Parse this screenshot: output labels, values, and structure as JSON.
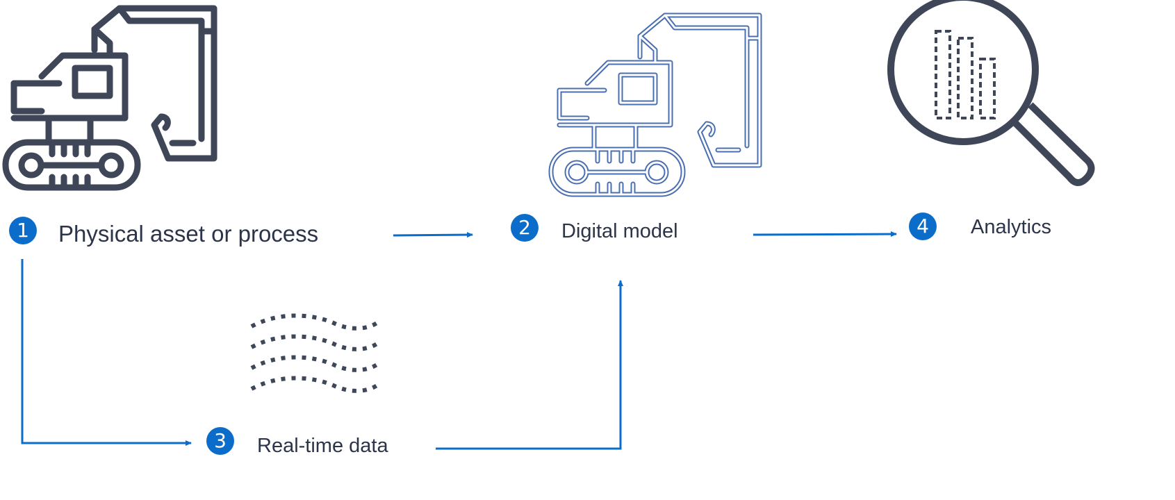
{
  "colors": {
    "icon_dark": "#3e4658",
    "icon_digital": "#4a6fb0",
    "accent_blue": "#0b6dc9",
    "text": "#2b3448"
  },
  "nodes": [
    {
      "number": "1",
      "label": "Physical asset or process",
      "icon": "excavator-icon"
    },
    {
      "number": "2",
      "label": "Digital model",
      "icon": "excavator-wireframe-icon"
    },
    {
      "number": "3",
      "label": "Real-time data",
      "icon": "data-stream-icon"
    },
    {
      "number": "4",
      "label": "Analytics",
      "icon": "magnifier-chart-icon"
    }
  ]
}
